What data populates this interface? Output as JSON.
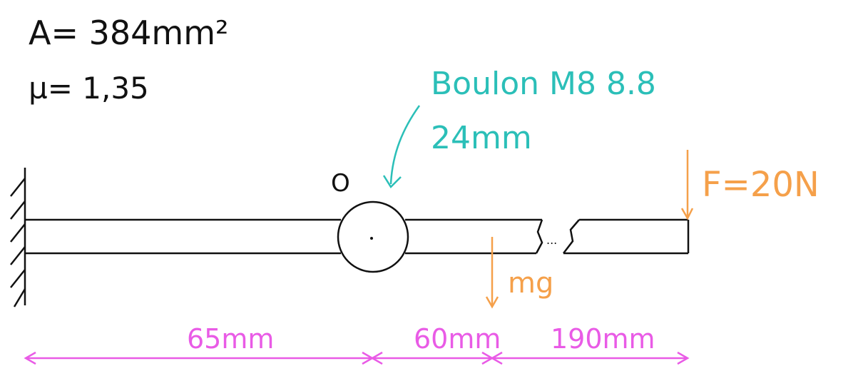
{
  "given": {
    "area": "A= 384mm²",
    "mu": "µ= 1,35"
  },
  "bolt": {
    "label": "Boulon M8 8.8",
    "length": "24mm"
  },
  "pivot_label": "O",
  "forces": {
    "applied": "F=20N",
    "weight": "mg"
  },
  "break_mark": "...",
  "dimensions": {
    "seg1": "65mm",
    "seg2": "60mm",
    "seg3": "190mm"
  },
  "colors": {
    "ink": "#111111",
    "bolt_annotation": "#2bbfb8",
    "force": "#f5a04a",
    "dimension": "#e95be6"
  }
}
